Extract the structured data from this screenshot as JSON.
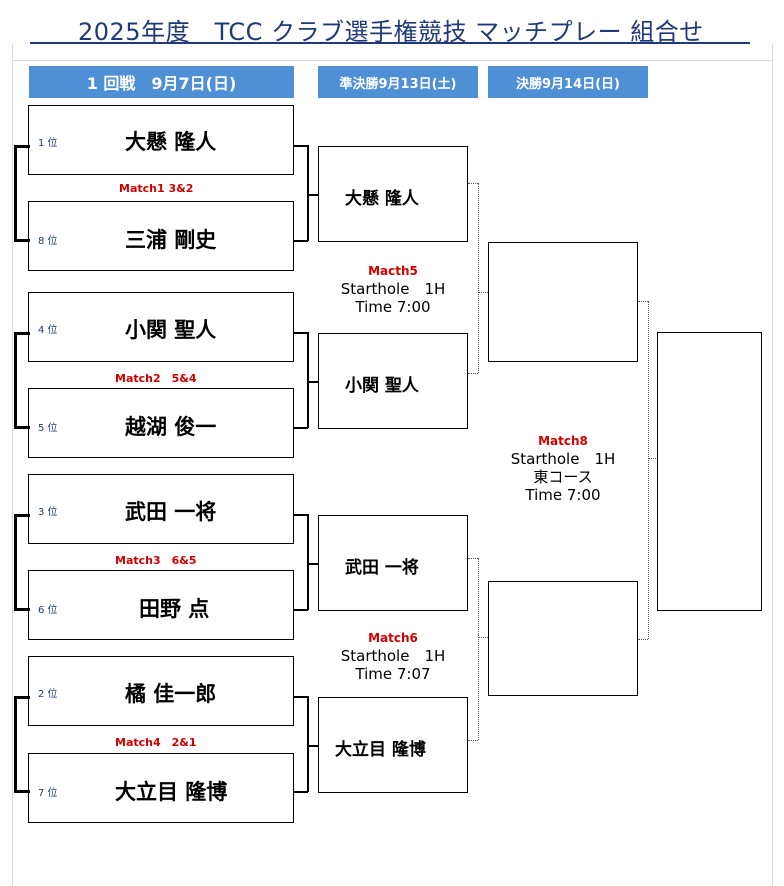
{
  "title": "2025年度　TCC クラブ選手権競技 マッチプレー 組合せ",
  "headers": {
    "round1": "1 回戦　9月7日(日)",
    "semi": "準決勝9月13日(土)",
    "final": "決勝9月14日(日)"
  },
  "round1": [
    {
      "seed": "1 位",
      "name": "大懸  隆人"
    },
    {
      "seed": "8 位",
      "name": "三浦  剛史"
    },
    {
      "seed": "4 位",
      "name": "小関  聖人"
    },
    {
      "seed": "5 位",
      "name": "越湖  俊一"
    },
    {
      "seed": "3 位",
      "name": "武田  一将"
    },
    {
      "seed": "6 位",
      "name": "田野  点"
    },
    {
      "seed": "2 位",
      "name": "橘  佳一郎"
    },
    {
      "seed": "7 位",
      "name": "大立目  隆博"
    }
  ],
  "round1_results": [
    "Match1  3&2",
    "Match2　5&4",
    "Match3　6&5",
    "Match4　2&1"
  ],
  "semifinalists": [
    "大懸  隆人",
    "小関  聖人",
    "武田  一将",
    "大立目  隆博"
  ],
  "match5": {
    "label": "Macth5",
    "start": "Starthole　1H",
    "time": "Time 7:00"
  },
  "match6": {
    "label": "Match6",
    "start": "Starthole　1H",
    "time": "Time 7:07"
  },
  "match8": {
    "label": "Match8",
    "start": "Starthole　1H",
    "course": "東コース",
    "time": "Time 7:00"
  }
}
